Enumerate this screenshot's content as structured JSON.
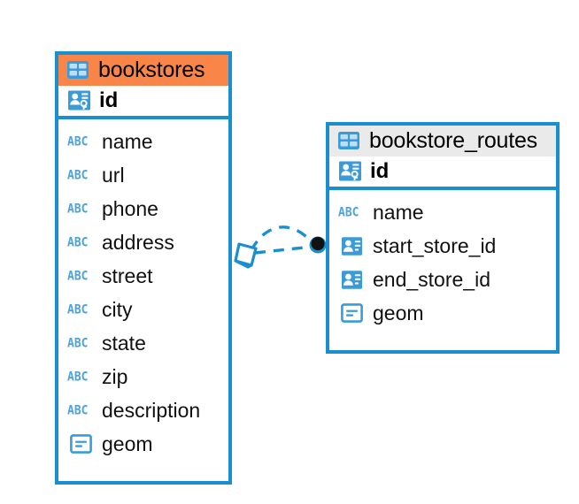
{
  "theme": {
    "brand_blue": "#1a8fd0",
    "header_orange": "#f98549",
    "header_grey": "#eaeaea",
    "icon_blue": "#3a9bd9",
    "abc_blue": "#4ba3dd",
    "text_black": "#000000",
    "canvas_bg": "#ffffff"
  },
  "diagram": {
    "type": "entity-relationship-diagram",
    "entities": [
      {
        "name": "bookstores",
        "header_style": "orange",
        "table_icon": "table-grid-icon",
        "primary_key": {
          "label": "id",
          "icon": "primary-key-icon"
        },
        "fields": [
          {
            "label": "name",
            "icon": "abc-text-icon",
            "type": "text"
          },
          {
            "label": "url",
            "icon": "abc-text-icon",
            "type": "text"
          },
          {
            "label": "phone",
            "icon": "abc-text-icon",
            "type": "text"
          },
          {
            "label": "address",
            "icon": "abc-text-icon",
            "type": "text"
          },
          {
            "label": "street",
            "icon": "abc-text-icon",
            "type": "text"
          },
          {
            "label": "city",
            "icon": "abc-text-icon",
            "type": "text"
          },
          {
            "label": "state",
            "icon": "abc-text-icon",
            "type": "text"
          },
          {
            "label": "zip",
            "icon": "abc-text-icon",
            "type": "text"
          },
          {
            "label": "description",
            "icon": "abc-text-icon",
            "type": "text"
          },
          {
            "label": "geom",
            "icon": "geometry-icon",
            "type": "geometry"
          }
        ]
      },
      {
        "name": "bookstore_routes",
        "header_style": "grey",
        "table_icon": "table-grid-icon",
        "primary_key": {
          "label": "id",
          "icon": "primary-key-icon"
        },
        "fields": [
          {
            "label": "name",
            "icon": "abc-text-icon",
            "type": "text"
          },
          {
            "label": "start_store_id",
            "icon": "foreign-key-icon",
            "type": "foreign-key"
          },
          {
            "label": "end_store_id",
            "icon": "foreign-key-icon",
            "type": "foreign-key"
          },
          {
            "label": "geom",
            "icon": "geometry-icon",
            "type": "geometry"
          }
        ]
      }
    ],
    "relationship": {
      "source_entity": "bookstores",
      "target_entity": "bookstore_routes",
      "source_marker": "diamond-outline-marker",
      "target_marker": "filled-circle-marker",
      "line_style": "dashed",
      "line_color": "#1a8fd0",
      "edge_count": 2
    }
  }
}
